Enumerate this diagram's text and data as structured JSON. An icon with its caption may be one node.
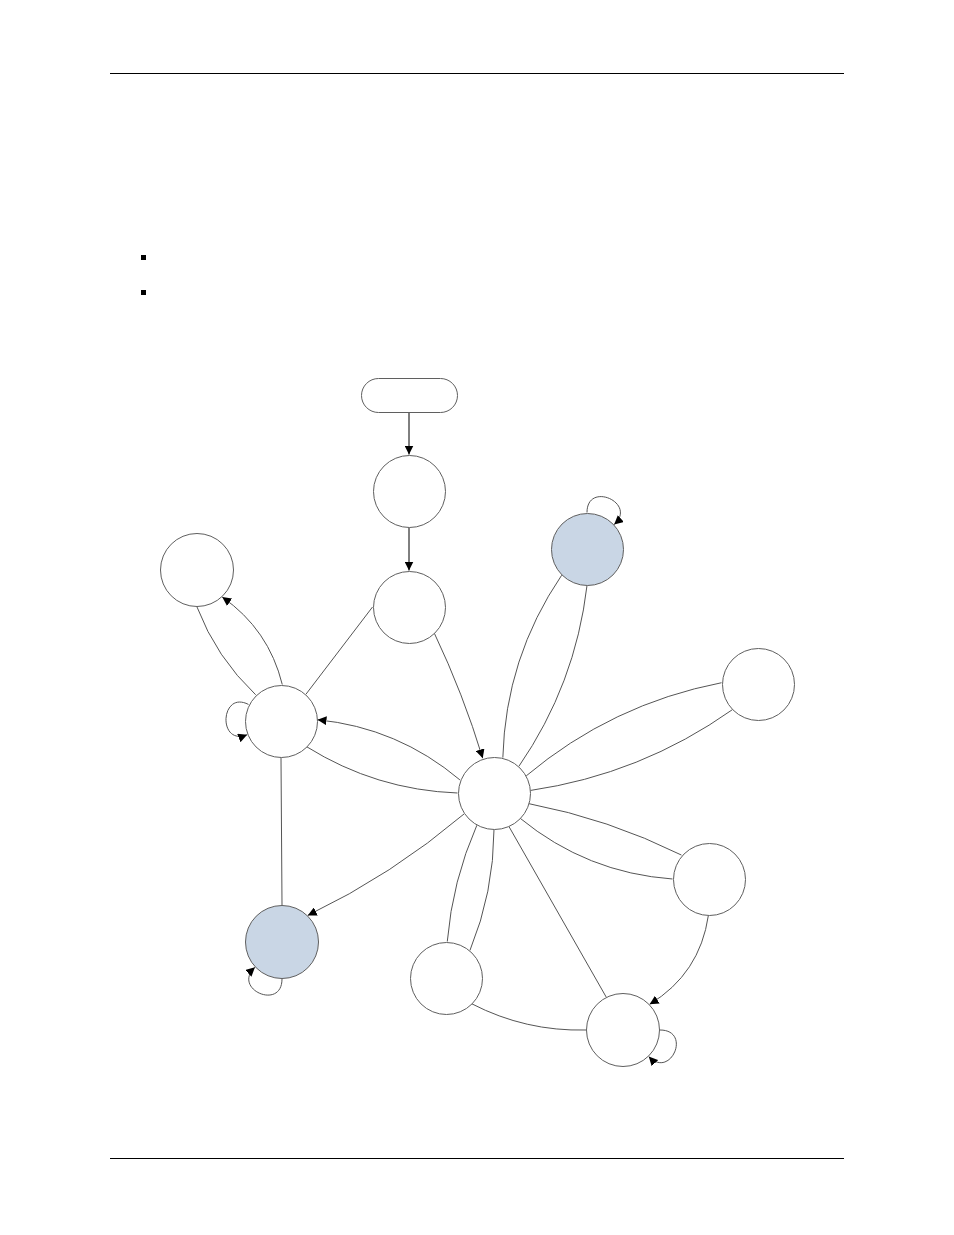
{
  "diagram": {
    "nodes": [
      {
        "text": [],
        "shape": "pill"
      },
      {
        "text": [],
        "shape": "circle"
      },
      {
        "text": [],
        "shape": "circle"
      },
      {
        "text": [],
        "shape": "circle"
      },
      {
        "text": [],
        "shape": "circle"
      },
      {
        "text": [],
        "shape": "circle"
      },
      {
        "text": [],
        "shape": "circle"
      },
      {
        "text": [],
        "shape": "circle"
      },
      {
        "text": [],
        "shape": "circle"
      },
      {
        "text": [],
        "shape": "circle"
      },
      {
        "text": [],
        "shape": "circle"
      },
      {
        "text": [],
        "shape": "circle"
      }
    ],
    "edges": [
      {
        "from": 0,
        "to": 1,
        "arrow": "to",
        "color": "#000000"
      },
      {
        "from": 1,
        "to": 4,
        "arrow": "to",
        "color": "#000000"
      },
      {
        "from": 2,
        "to": 2,
        "arrow": "to"
      },
      {
        "from": 2,
        "to": 7,
        "arrow": "none"
      },
      {
        "from": 2,
        "to": 7,
        "arrow": "none"
      },
      {
        "from": 3,
        "to": 6,
        "arrow": "none"
      },
      {
        "from": 6,
        "to": 3,
        "arrow": "to"
      },
      {
        "from": 4,
        "to": 6,
        "arrow": "none"
      },
      {
        "from": 4,
        "to": 7,
        "arrow": "to"
      },
      {
        "from": 5,
        "to": 7,
        "arrow": "none"
      },
      {
        "from": 5,
        "to": 7,
        "arrow": "none"
      },
      {
        "from": 6,
        "to": 6,
        "arrow": "to"
      },
      {
        "from": 7,
        "to": 6,
        "arrow": "to"
      },
      {
        "from": 6,
        "to": 7,
        "arrow": "none"
      },
      {
        "from": 6,
        "to": 9,
        "arrow": "none"
      },
      {
        "from": 7,
        "to": 9,
        "arrow": "to"
      },
      {
        "from": 7,
        "to": 8,
        "arrow": "none"
      },
      {
        "from": 7,
        "to": 8,
        "arrow": "none"
      },
      {
        "from": 7,
        "to": 10,
        "arrow": "none"
      },
      {
        "from": 7,
        "to": 10,
        "arrow": "none"
      },
      {
        "from": 7,
        "to": 11,
        "arrow": "none"
      },
      {
        "from": 8,
        "to": 11,
        "arrow": "to"
      },
      {
        "from": 9,
        "to": 9,
        "arrow": "to"
      },
      {
        "from": 10,
        "to": 11,
        "arrow": "none"
      },
      {
        "from": 11,
        "to": 11,
        "arrow": "to"
      }
    ]
  }
}
